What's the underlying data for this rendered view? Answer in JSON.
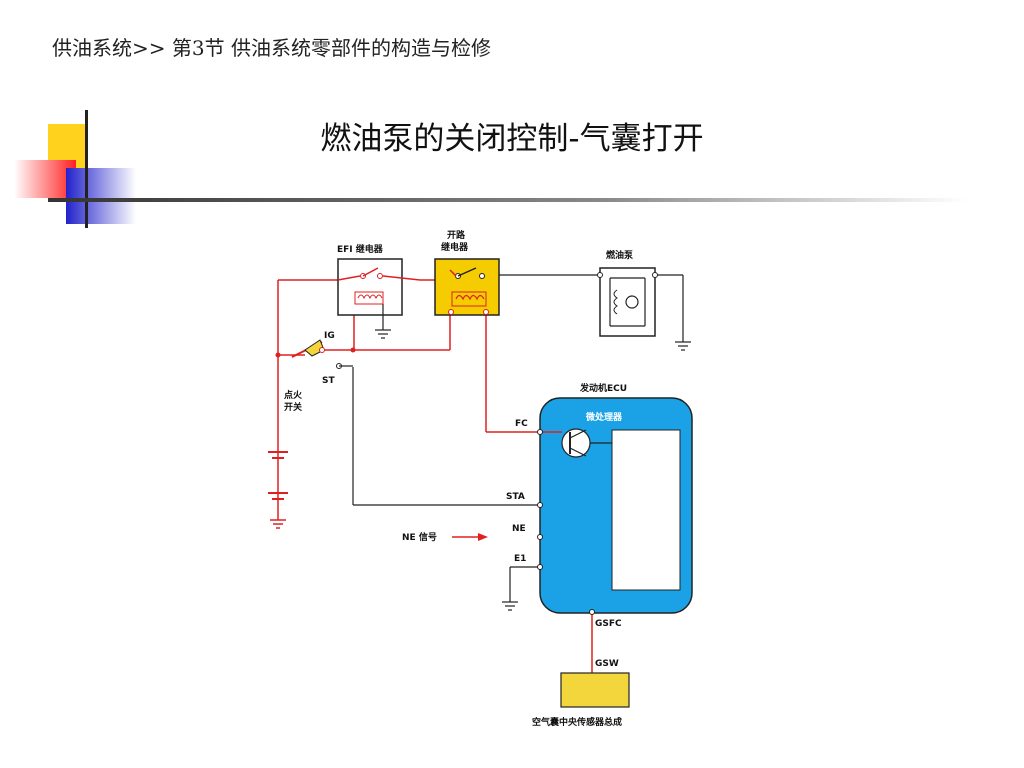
{
  "header": {
    "breadcrumb": "供油系统>> 第3节 供油系统零部件的构造与检修",
    "title": "燃油泵的关闭控制-气囊打开"
  },
  "colors": {
    "red_wire": "#e02020",
    "black_wire": "#222222",
    "ecu_fill": "#1ba2e6",
    "relay_yellow": "#f5cc00",
    "sensor_yellow": "#f3d63c"
  },
  "diagram": {
    "efi_relay": "EFI 继电器",
    "open_relay_line1": "开路",
    "open_relay_line2": "继电器",
    "fuel_pump": "燃油泵",
    "ig": "IG",
    "st": "ST",
    "ignition_line1": "点火",
    "ignition_line2": "开关",
    "ecu_label": "发动机ECU",
    "microprocessor": "微处理器",
    "fc": "FC",
    "sta": "STA",
    "ne": "NE",
    "e1": "E1",
    "ne_signal": "NE 信号",
    "gsfc": "GSFC",
    "gsw": "GSW",
    "airbag_sensor": "空气囊中央传感器总成"
  }
}
